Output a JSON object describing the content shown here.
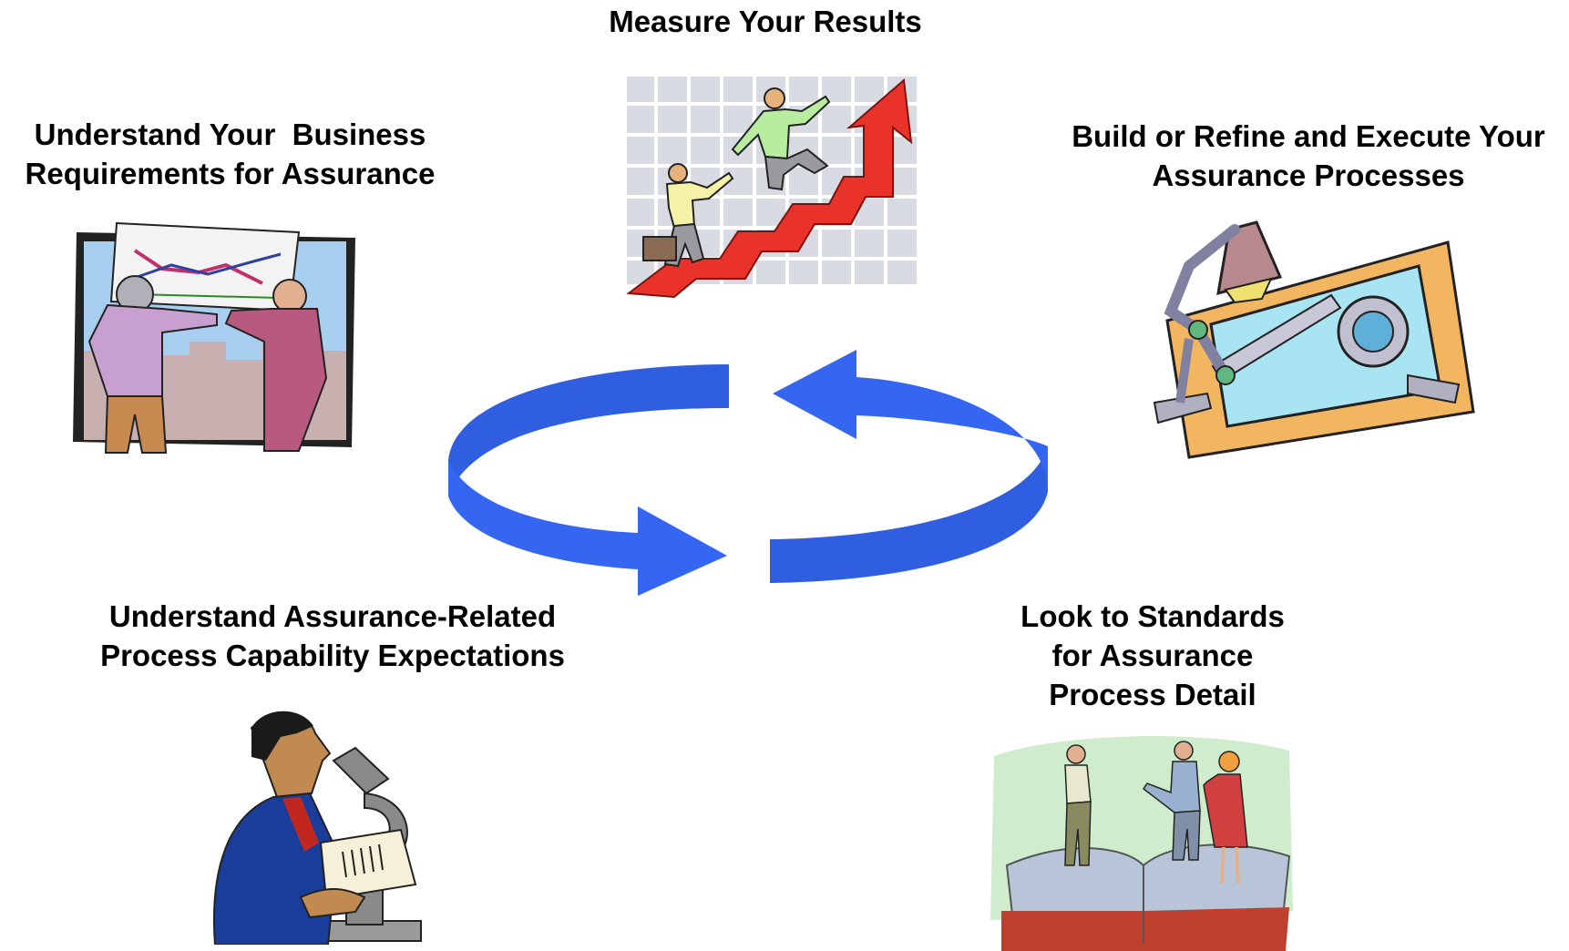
{
  "steps": {
    "measure": {
      "line1": "Measure Your Results"
    },
    "understand_business": {
      "line1": "Understand Your  Business",
      "line2": "Requirements for Assurance"
    },
    "build": {
      "line1": "Build or Refine and Execute Your",
      "line2": "Assurance Processes"
    },
    "understand_capability": {
      "line1": "Understand Assurance-Related",
      "line2": "Process Capability Expectations"
    },
    "standards": {
      "line1": "Look to Standards",
      "line2": "for Assurance",
      "line3": "Process Detail"
    }
  },
  "cycle": {
    "direction": "clockwise",
    "arrow_color": "#2f5fe0"
  },
  "icons": {
    "measure": "growth-staircase-clipart",
    "understand_business": "chart-review-clipart",
    "build": "drafting-table-clipart",
    "understand_capability": "microscope-scientist-clipart",
    "standards": "people-on-book-clipart"
  }
}
